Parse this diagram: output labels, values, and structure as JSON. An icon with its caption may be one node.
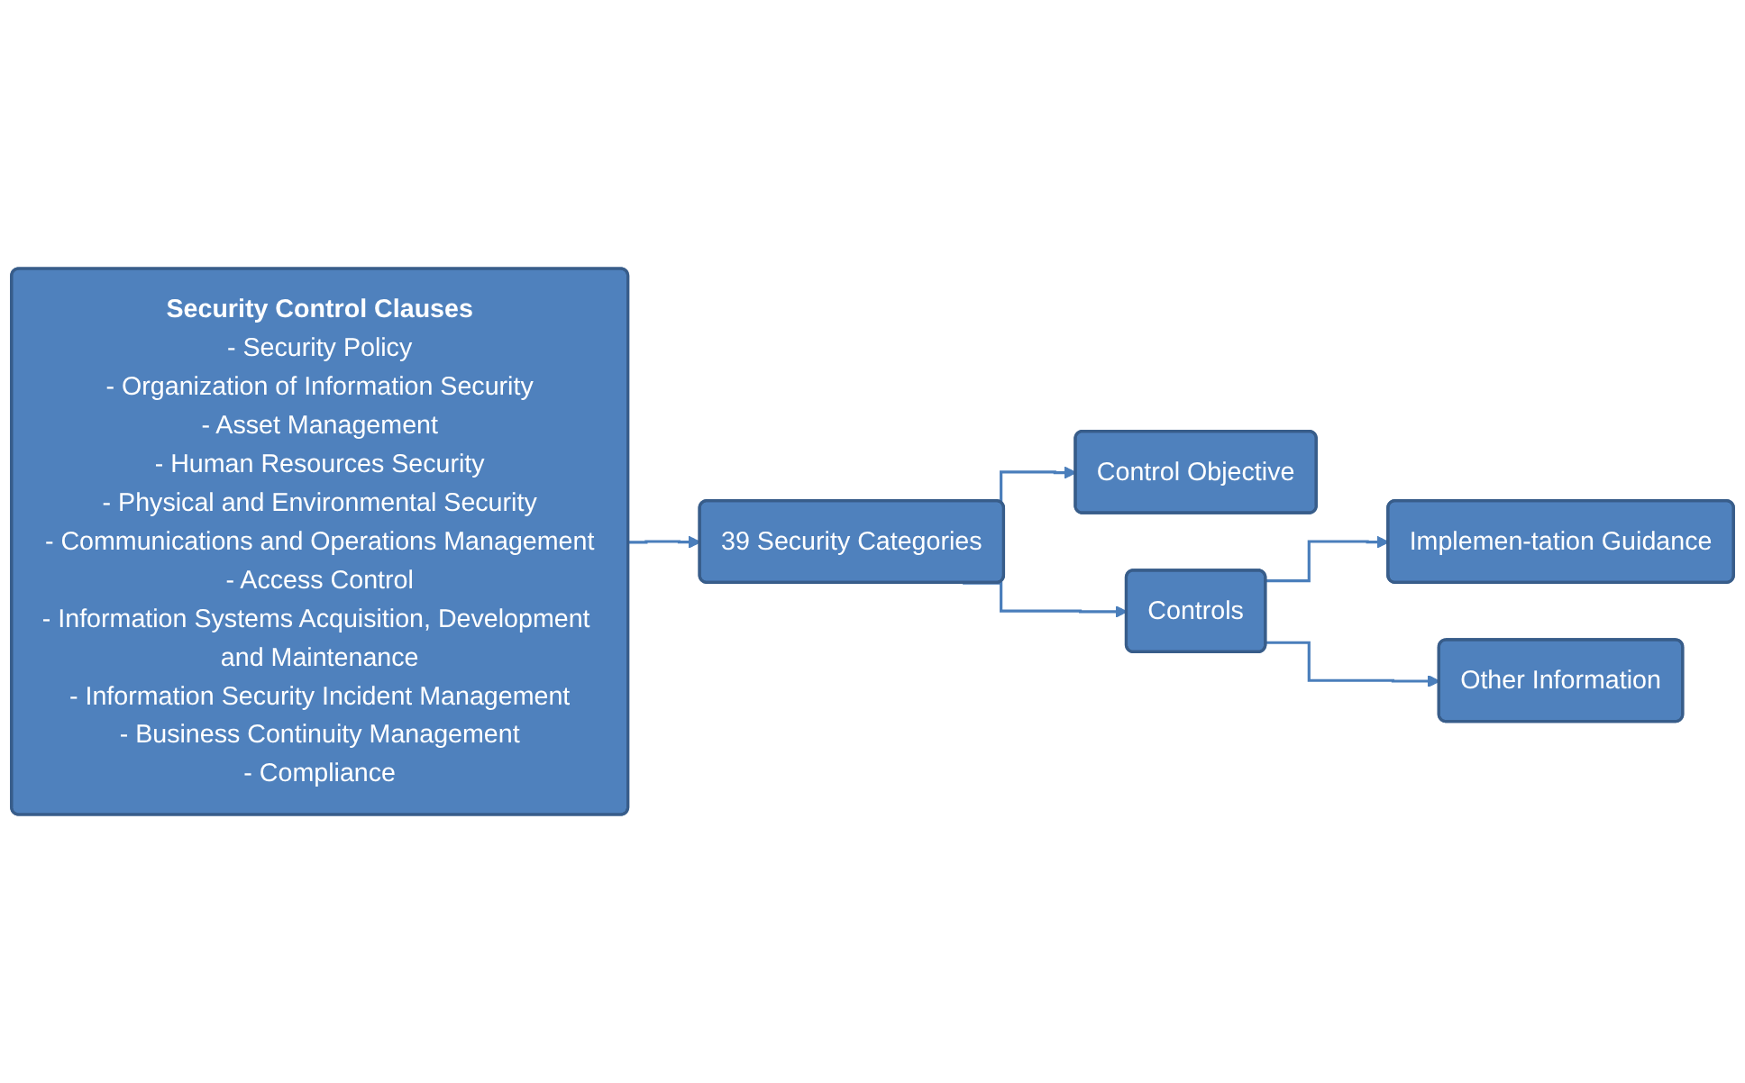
{
  "diagram": {
    "nodes": [
      {
        "text": [
          "Security Control Clauses",
          "- Security Policy",
          "- Organization of Information Security",
          "- Asset Management",
          "- Human Resources Security",
          "- Physical and Environmental Security",
          "- Communications and Operations Management",
          "- Access Control",
          "- Information Systems Acquisition, Development and Maintenance",
          "- Information Security Incident Management",
          "- Business Continuity Management",
          "- Compliance"
        ]
      },
      {
        "text": [
          "39 Security Categories"
        ]
      },
      {
        "text": [
          "Control Objective"
        ]
      },
      {
        "text": [
          "Controls"
        ]
      },
      {
        "text": [
          "Implemen-tation Guidance"
        ]
      },
      {
        "text": [
          "Other Information"
        ]
      }
    ],
    "edges": [
      {
        "from": 0,
        "to": 1,
        "arrow": "to"
      },
      {
        "from": 1,
        "to": 2,
        "arrow": "to"
      },
      {
        "from": 1,
        "to": 3,
        "arrow": "to"
      },
      {
        "from": 3,
        "to": 4,
        "arrow": "to"
      },
      {
        "from": 3,
        "to": 5,
        "arrow": "to"
      }
    ]
  }
}
